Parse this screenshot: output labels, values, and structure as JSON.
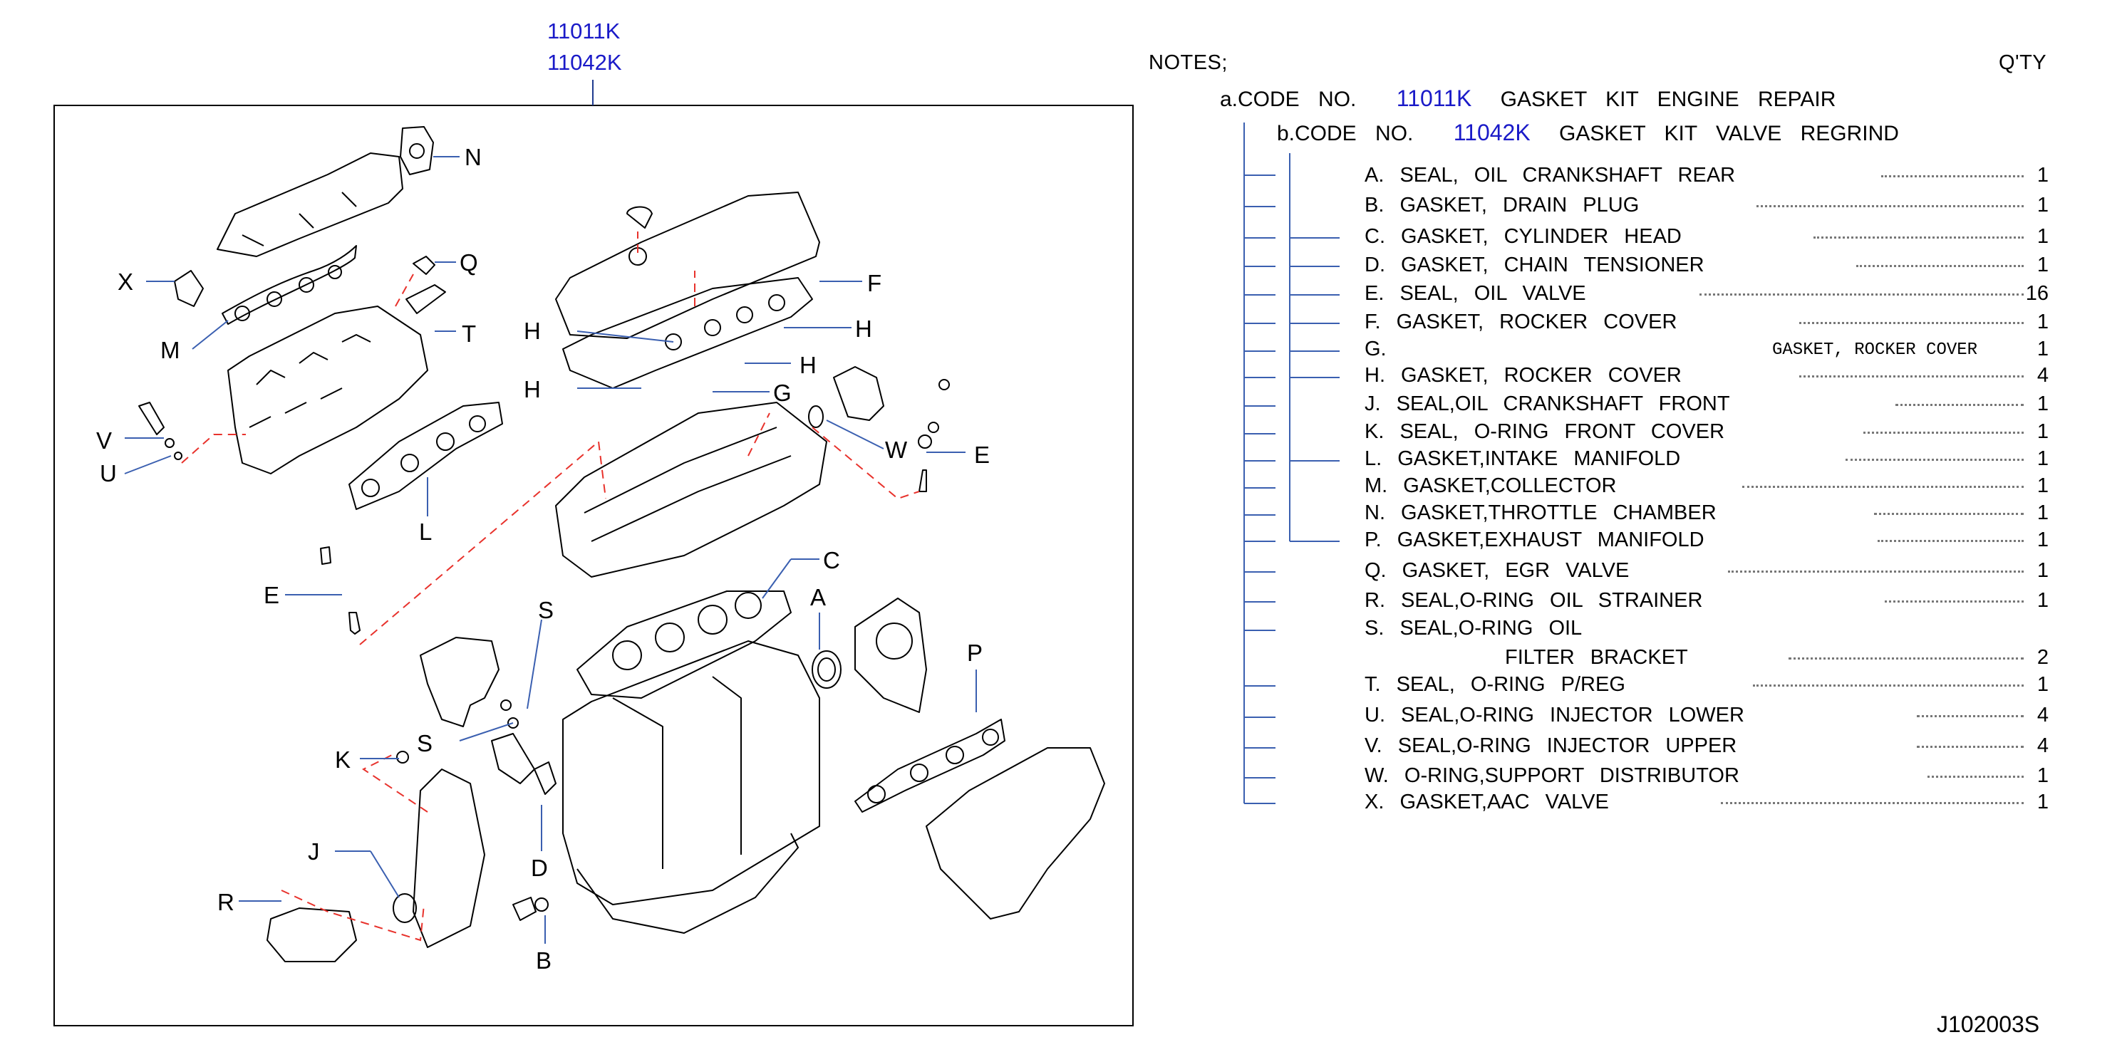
{
  "diagram": {
    "kit_codes": [
      "11011K",
      "11042K"
    ],
    "callouts": [
      "N",
      "X",
      "Q",
      "M",
      "T",
      "H",
      "H",
      "H",
      "H",
      "F",
      "G",
      "V",
      "U",
      "W",
      "E",
      "L",
      "E",
      "C",
      "A",
      "S",
      "S",
      "P",
      "K",
      "J",
      "D",
      "R",
      "B"
    ]
  },
  "notes": {
    "title": "NOTES;",
    "qty_header": "Q'TY",
    "code_a": {
      "prefix": "a.CODE  NO.",
      "code": "11011K",
      "desc": "GASKET  KIT  ENGINE  REPAIR"
    },
    "code_b": {
      "prefix": "b.CODE  NO.",
      "code": "11042K",
      "desc": "GASKET  KIT  VALVE  REGRIND"
    },
    "items": [
      {
        "text": "A.  SEAL,  OIL  CRANKSHAFT  REAR",
        "qty": "1"
      },
      {
        "text": "B.  GASKET,  DRAIN  PLUG",
        "qty": "1"
      },
      {
        "text": "C.  GASKET,  CYLINDER  HEAD",
        "qty": "1"
      },
      {
        "text": "D.  GASKET,  CHAIN  TENSIONER",
        "qty": "1"
      },
      {
        "text": "E.  SEAL,  OIL  VALVE",
        "qty": "16"
      },
      {
        "text": "F.  GASKET,  ROCKER  COVER",
        "qty": "1"
      },
      {
        "text": "G.",
        "qty": "1",
        "note": "GASKET, ROCKER COVER"
      },
      {
        "text": "H.  GASKET,  ROCKER  COVER",
        "qty": "4"
      },
      {
        "text": "J.  SEAL,OIL  CRANKSHAFT  FRONT",
        "qty": "1"
      },
      {
        "text": "K.  SEAL,  O-RING  FRONT  COVER",
        "qty": "1"
      },
      {
        "text": "L.  GASKET,INTAKE  MANIFOLD",
        "qty": "1"
      },
      {
        "text": "M.  GASKET,COLLECTOR",
        "qty": "1"
      },
      {
        "text": "N.  GASKET,THROTTLE  CHAMBER",
        "qty": "1"
      },
      {
        "text": "P.  GASKET,EXHAUST  MANIFOLD",
        "qty": "1"
      },
      {
        "text": "Q.  GASKET,  EGR  VALVE",
        "qty": "1"
      },
      {
        "text": "R.  SEAL,O-RING  OIL  STRAINER",
        "qty": "1"
      },
      {
        "text": "S.  SEAL,O-RING  OIL",
        "qty": ""
      },
      {
        "text": "FILTER  BRACKET",
        "qty": "2"
      },
      {
        "text": "T.  SEAL,  O-RING  P/REG",
        "qty": "1"
      },
      {
        "text": "U.  SEAL,O-RING  INJECTOR  LOWER",
        "qty": "4"
      },
      {
        "text": "V.  SEAL,O-RING  INJECTOR  UPPER",
        "qty": "4"
      },
      {
        "text": "W.  O-RING,SUPPORT  DISTRIBUTOR",
        "qty": "1"
      },
      {
        "text": "X.  GASKET,AAC  VALVE",
        "qty": "1"
      }
    ]
  },
  "footer": {
    "figure_id": "J102003S"
  },
  "colors": {
    "code_blue": "#1a1ac8",
    "leader_blue": "#3a5fb0",
    "dash_red": "#e8322c"
  }
}
